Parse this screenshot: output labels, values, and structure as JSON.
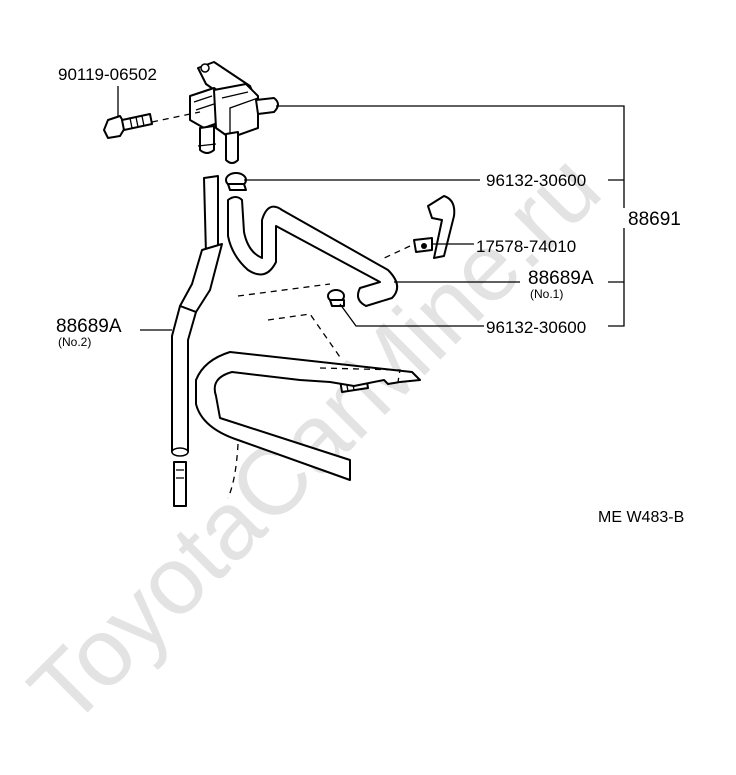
{
  "watermark": "ToyotaCarMine.ru",
  "diagram_code": "ME W483-B",
  "callouts": {
    "bolt": "90119-06502",
    "clamp_top": "96132-30600",
    "assembly": "88691",
    "bracket": "17578-74010",
    "hose_no1": "88689A",
    "hose_no1_sub": "(No.1)",
    "clamp_bottom": "96132-30600",
    "hose_no2": "88689A",
    "hose_no2_sub": "(No.2)"
  }
}
